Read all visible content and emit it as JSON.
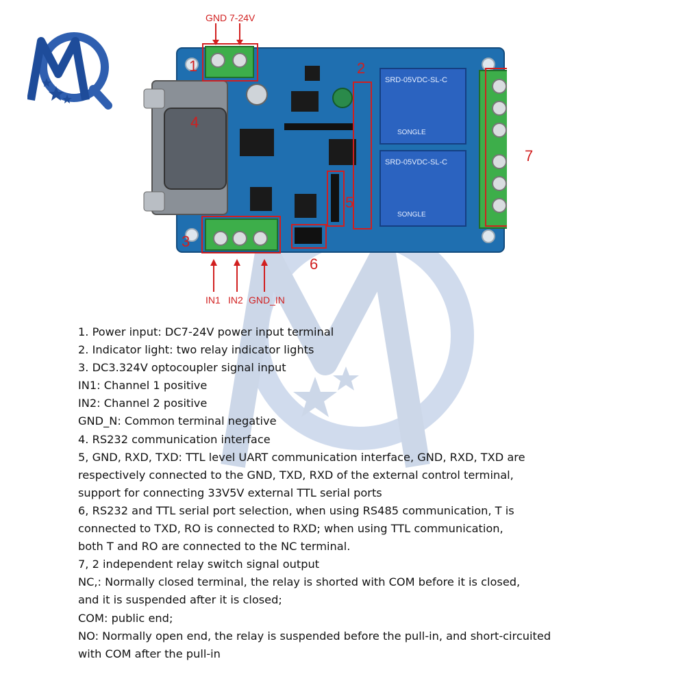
{
  "labels": {
    "gnd_top": "GND",
    "v_top": "7-24V",
    "in1": "IN1",
    "in2": "IN2",
    "gnd_in": "GND_IN"
  },
  "callouts": [
    "1",
    "2",
    "3",
    "4",
    "5",
    "6",
    "7"
  ],
  "description_lines": [
    "1. Power input: DC7-24V power input terminal",
    "2. Indicator light: two relay indicator lights",
    "3. DC3.324V optocoupler signal input",
    "IN1: Channel 1 positive",
    "IN2: Channel 2 positive",
    "GND_N: Common terminal negative",
    "4. RS232 communication interface",
    "5, GND, RXD, TXD: TTL level UART communication interface, GND, RXD, TXD are",
    "respectively connected to the GND, TXD, RXD of the external control terminal,",
    "support for connecting 33V5V external TTL serial ports",
    "6, RS232 and TTL serial port selection, when using RS485 communication, T is",
    "connected to TXD, RO is connected to RXD; when using TTL communication,",
    "both T and RO are connected to the NC terminal.",
    "7, 2 independent relay switch signal output",
    "NC,: Normally closed terminal, the relay is shorted with COM before it is closed,",
    "and it is suspended after it is closed;",
    "COM: public end;",
    "NO: Normally open end, the relay is suspended before the pull-in, and short-circuited",
    "with COM after the pull-in"
  ],
  "relay_text": {
    "model": "SRD-05VDC-SL-C",
    "brand": "SONGLE"
  },
  "colors": {
    "pcb_blue": "#1f6fb0",
    "terminal_green": "#3dae4a",
    "relay_blue": "#2b63c0",
    "annotation_red": "#d11f1f",
    "logo_blue": "#2f5fb0"
  }
}
